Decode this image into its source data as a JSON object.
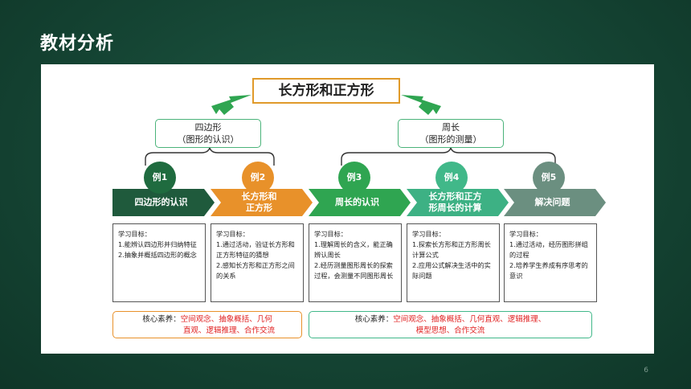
{
  "slide": {
    "title": "教材分析",
    "page_number": "6"
  },
  "tree": {
    "root": "长方形和正方形",
    "left": {
      "line1": "四边形",
      "line2": "（图形的认识）"
    },
    "right": {
      "line1": "周长",
      "line2": "（图形的测量）"
    }
  },
  "examples": [
    {
      "label": "例1",
      "color": "#1f6b3f"
    },
    {
      "label": "例2",
      "color": "#e8912a"
    },
    {
      "label": "例3",
      "color": "#2fa551"
    },
    {
      "label": "例4",
      "color": "#41b889"
    },
    {
      "label": "例5",
      "color": "#6b8f80"
    }
  ],
  "stages": [
    {
      "title": "四边形的认识",
      "color": "#1f5a3c"
    },
    {
      "title": "长方形和\n正方形",
      "color": "#e8912a"
    },
    {
      "title": "周长的认识",
      "color": "#2fa551"
    },
    {
      "title": "长方形和正方\n形周长的计算",
      "color": "#3db184"
    },
    {
      "title": "解决问题",
      "color": "#6b8f80"
    }
  ],
  "goals": [
    {
      "heading": "学习目标：",
      "lines": [
        "1.能辨认四边形并归纳特征",
        "2.抽象并概括四边形的概念"
      ]
    },
    {
      "heading": "学习目标：",
      "lines": [
        "1.通过活动，验证长方形和正方形特征的猜想",
        "2.感知长方形和正方形之间的关系"
      ]
    },
    {
      "heading": "学习目标：",
      "lines": [
        "1.理解周长的含义，能正确辨认周长",
        "2.经历测量图形周长的探索过程，会测量不同图形周长"
      ]
    },
    {
      "heading": "学习目标：",
      "lines": [
        "1.探索长方形和正方形周长计算公式",
        "2.应用公式解决生活中的实际问题"
      ]
    },
    {
      "heading": "学习目标：",
      "lines": [
        "1.通过活动，经历图形拼组的过程",
        "2.培养学生养成有序思考的意识"
      ]
    }
  ],
  "core": {
    "left": {
      "key": "核心素养：",
      "line1": "空间观念、抽象概括、几何",
      "line2": "直观、逻辑推理、合作交流",
      "border": "#e8912a"
    },
    "right": {
      "key": "核心素养：",
      "line1": "空间观念、抽象概括、几何直观、逻辑推理、",
      "line2": "模型思想、合作交流",
      "border": "#41b889"
    }
  }
}
